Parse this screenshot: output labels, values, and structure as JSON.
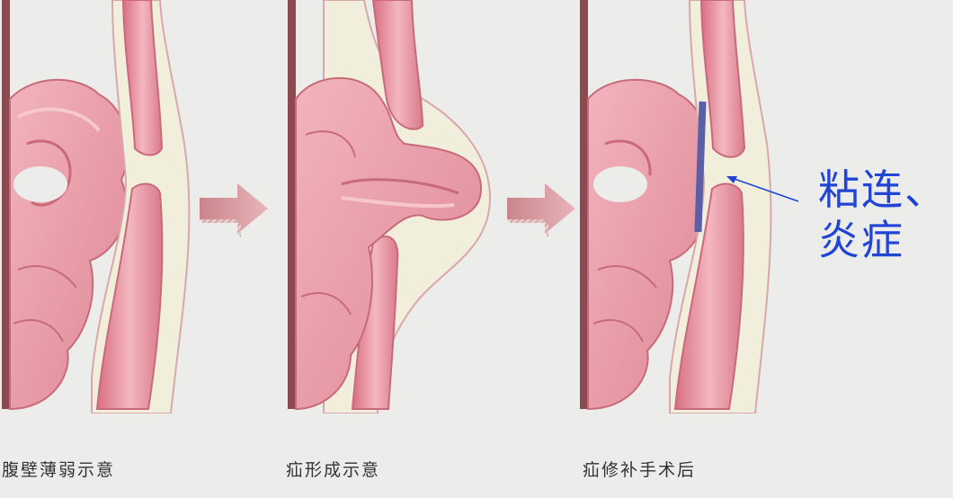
{
  "captions": {
    "panel1": "腹壁薄弱示意",
    "panel2": "疝形成示意",
    "panel3": "疝修补手术后"
  },
  "annotation": {
    "line1": "粘连、",
    "line2": "炎症",
    "color": "#1f44d6"
  },
  "colors": {
    "background": "#ececea",
    "wall": "#8a4a50",
    "intestine": "#e9a0ab",
    "muscle": "#e58d9a",
    "fascia": "#f1eedc",
    "mesh": "#5a5fa8",
    "arrow": "#d99aa0"
  }
}
